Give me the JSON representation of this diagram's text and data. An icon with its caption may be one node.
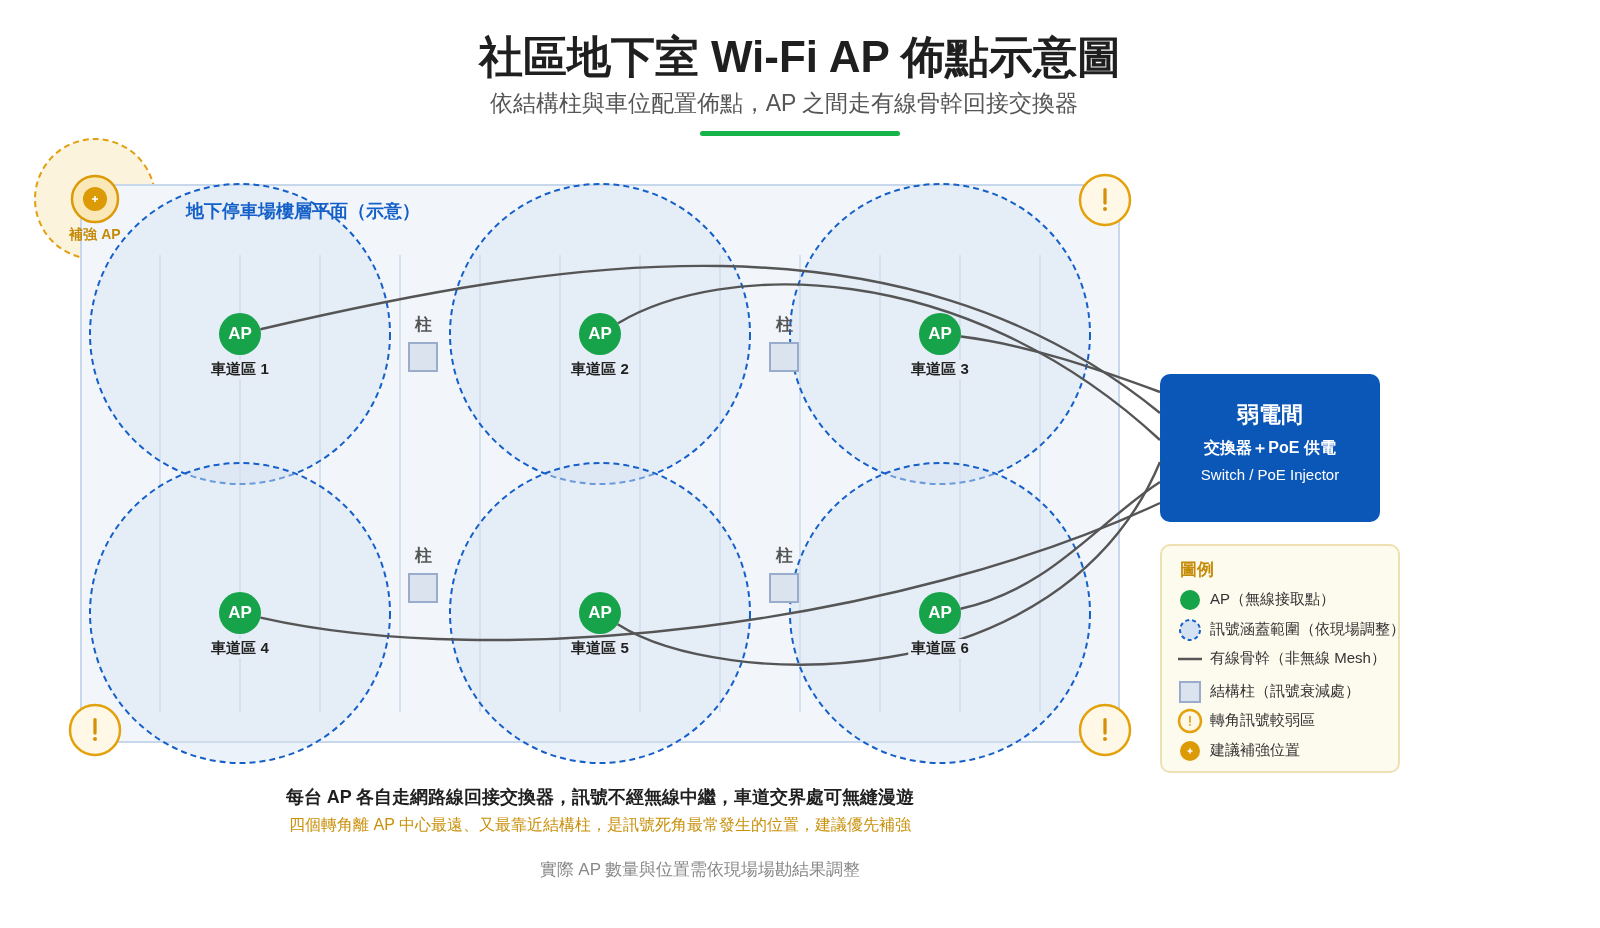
{
  "diagram": {
    "title": "社區地下室 Wi-Fi AP 佈點示意圖",
    "nodes": [
      {
        "text": [
          "地下停車場樓層平面（示意）"
        ]
      },
      {
        "text": [
          "AP"
        ],
        "beside": [
          "車道區 1"
        ],
        "in": 0
      },
      {
        "text": [
          "AP"
        ],
        "beside": [
          "車道區 2"
        ],
        "in": 0
      },
      {
        "text": [
          "AP"
        ],
        "beside": [
          "車道區 3"
        ],
        "in": 0
      },
      {
        "text": [
          "AP"
        ],
        "beside": [
          "車道區 4"
        ],
        "in": 0
      },
      {
        "text": [
          "AP"
        ],
        "beside": [
          "車道區 5"
        ],
        "in": 0
      },
      {
        "text": [
          "AP"
        ],
        "beside": [
          "車道區 6"
        ],
        "in": 0
      },
      {
        "text": [
          "弱電間",
          "交換器＋PoE 供電",
          "Switch / PoE Injector"
        ]
      },
      {
        "text": [],
        "shape": "circle",
        "beside": [
          "補強 AP"
        ]
      }
    ],
    "edges": [
      {
        "from": 1,
        "to": 7,
        "arrow": "none"
      },
      {
        "from": 2,
        "to": 7,
        "arrow": "none"
      },
      {
        "from": 3,
        "to": 7,
        "arrow": "none"
      },
      {
        "from": 4,
        "to": 7,
        "arrow": "none"
      },
      {
        "from": 5,
        "to": 7,
        "arrow": "none"
      },
      {
        "from": 6,
        "to": 7,
        "arrow": "none"
      }
    ],
    "labels": [
      "依結構柱與車位配置佈點，AP 之間走有線骨幹回接交換器",
      "柱",
      "柱",
      "柱",
      "柱",
      "圖例",
      "每台 AP 各自走網路線回接交換器，訊號不經無線中繼，車道交界處可無縫漫遊",
      "四個轉角離 AP 中心最遠、又最靠近結構柱，是訊號死角最常發生的位置，建議優先補強",
      "實際 AP 數量與位置需依現場場勘結果調整"
    ],
    "legend": [
      {
        "text": "AP（無線接取點）",
        "color": "#16a34a"
      },
      {
        "text": "訊號涵蓋範圍（依現場調整）"
      },
      {
        "text": "有線骨幹（非無線 Mesh）"
      },
      {
        "text": "結構柱（訊號衰減處）"
      },
      {
        "text": "轉角訊號較弱區"
      },
      {
        "text": "建議補強位置",
        "color": "#dc9a06"
      }
    ]
  }
}
